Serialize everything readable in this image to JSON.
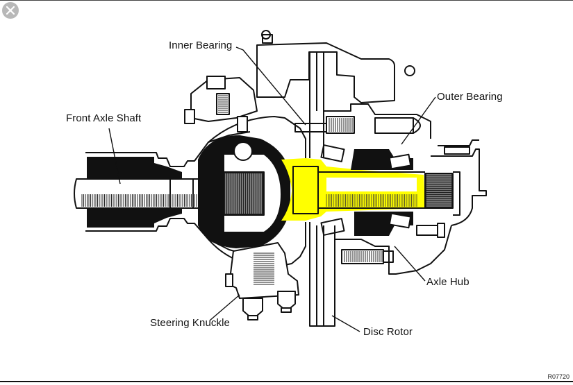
{
  "viewer": {
    "close_icon": "close-x-icon",
    "close_button_color": "#b8b8b8"
  },
  "diagram": {
    "title": "Front Axle Hub Cross-Section",
    "highlight_color": "#ffff00",
    "labels": {
      "inner_bearing": "Inner Bearing",
      "outer_bearing": "Outer Bearing",
      "front_axle_shaft": "Front Axle Shaft",
      "steering_knuckle": "Steering Knuckle",
      "axle_hub": "Axle Hub",
      "disc_rotor": "Disc Rotor"
    },
    "figure_code": "R07720"
  }
}
